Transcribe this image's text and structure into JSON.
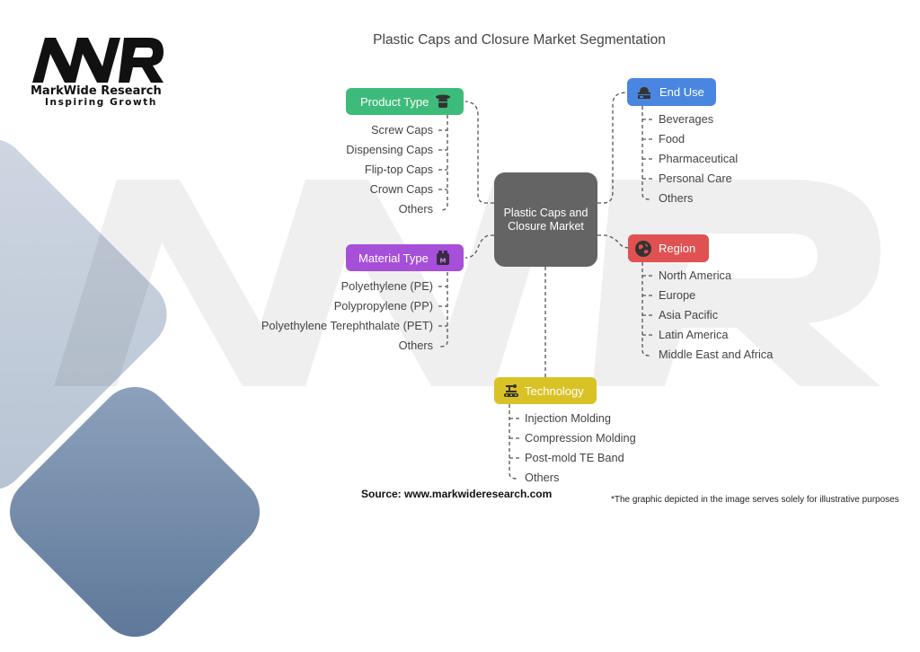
{
  "logo": {
    "mark": "MWR",
    "name": "MarkWide Research",
    "tagline": "Inspiring Growth"
  },
  "title": "Plastic Caps and Closure Market Segmentation",
  "center": {
    "label": "Plastic Caps and Closure Market",
    "color": "#646464"
  },
  "segments": {
    "product_type": {
      "label": "Product Type",
      "icon": "bottle-cap-icon",
      "color": "#3dbb7a",
      "items": [
        "Screw Caps",
        "Dispensing Caps",
        "Flip-top Caps",
        "Crown Caps",
        "Others"
      ]
    },
    "material_type": {
      "label": "Material Type",
      "icon": "material-box-icon",
      "color": "#a64fd9",
      "items": [
        "Polyethylene (PE)",
        "Polypropylene (PP)",
        "Polyethylene Terephthalate (PET)",
        "Others"
      ]
    },
    "end_use": {
      "label": "End Use",
      "icon": "factory-worker-icon",
      "color": "#4a86e0",
      "items": [
        "Beverages",
        "Food",
        "Pharmaceutical",
        "Personal Care",
        "Others"
      ]
    },
    "region": {
      "label": "Region",
      "icon": "globe-icon",
      "color": "#e05252",
      "items": [
        "North America",
        "Europe",
        "Asia Pacific",
        "Latin America",
        "Middle East and Africa"
      ]
    },
    "technology": {
      "label": "Technology",
      "icon": "conveyor-robot-icon",
      "color": "#d9c225",
      "items": [
        "Injection Molding",
        "Compression Molding",
        "Post-mold TE Band",
        "Others"
      ]
    }
  },
  "footer": {
    "source": "Source: www.markwideresearch.com",
    "note": "*The graphic depicted in the image serves solely for illustrative purposes"
  }
}
